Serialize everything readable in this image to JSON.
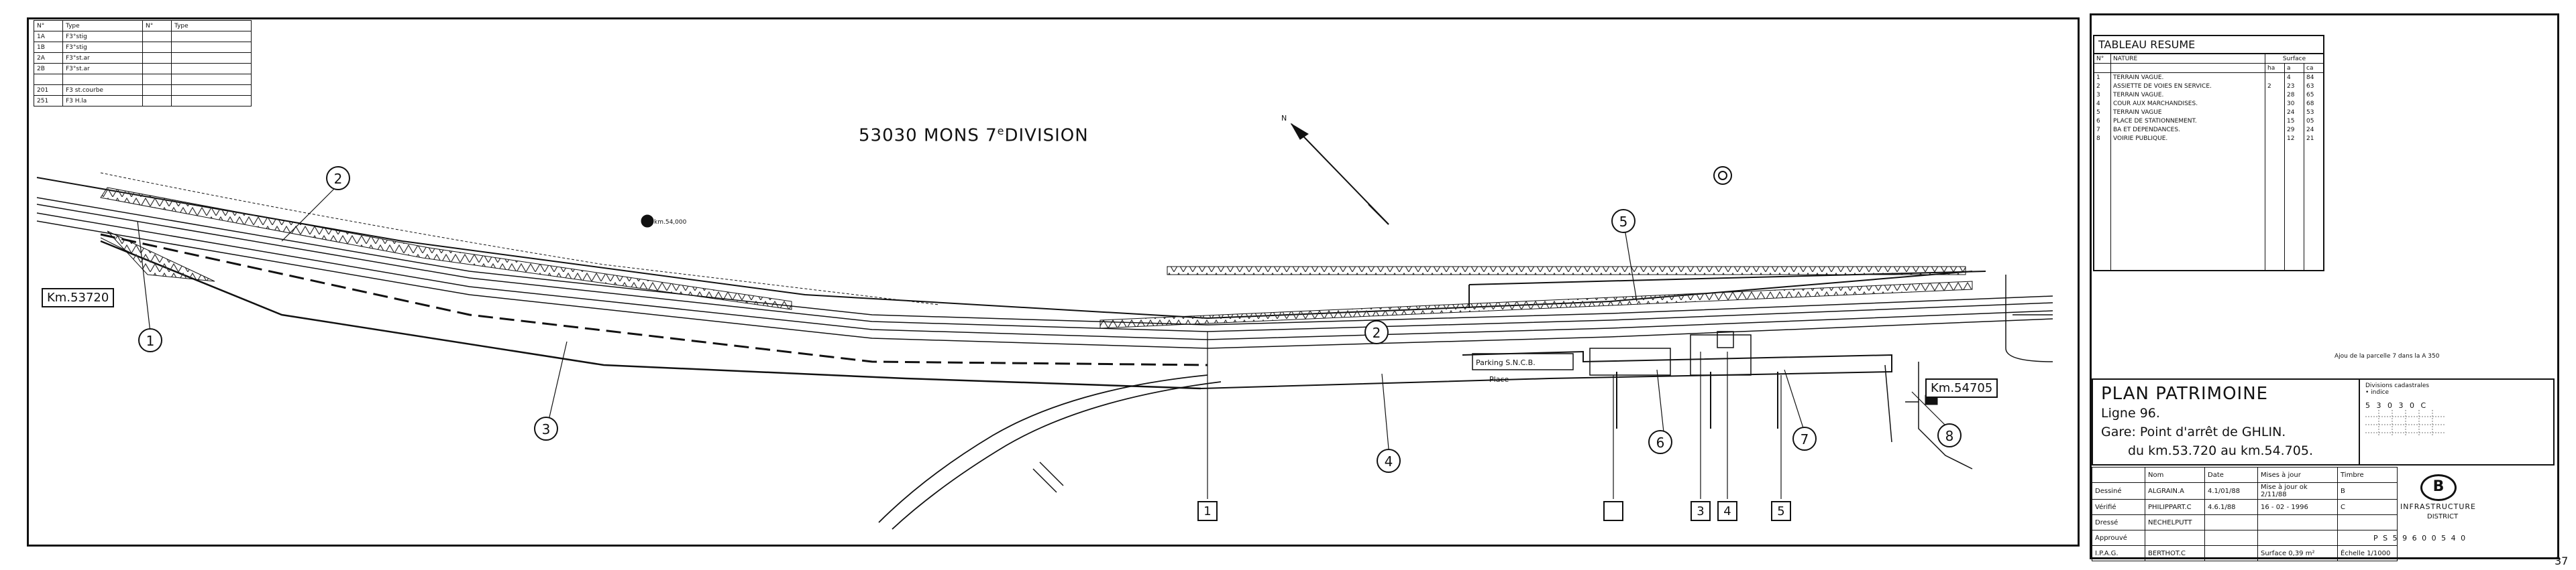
{
  "division_title": {
    "text": "53030 MONS 7",
    "sup": "e",
    "rest": "DIVISION"
  },
  "legend_table": {
    "headers": [
      "N°",
      "Type",
      "N°",
      "Type"
    ],
    "rows": [
      [
        "1A",
        "F3°stig",
        "",
        ""
      ],
      [
        "1B",
        "F3°stig",
        "",
        ""
      ],
      [
        "2A",
        "F3°st.ar",
        "",
        ""
      ],
      [
        "2B",
        "F3°st.ar",
        "",
        ""
      ],
      [
        "",
        "",
        "",
        ""
      ],
      [
        "201",
        "F3 st.courbe",
        "",
        ""
      ],
      [
        "251",
        "F3 H.la",
        "",
        ""
      ]
    ]
  },
  "km_labels": {
    "start": "Km.53720",
    "end": "Km.54705",
    "marker": "km.54,000"
  },
  "callouts": [
    "1",
    "2",
    "3",
    "4",
    "5",
    "6",
    "7",
    "8",
    "2"
  ],
  "boxes": [
    "1",
    "",
    "3",
    "4",
    "5"
  ],
  "plan_labels": [
    "Parking S.N.C.B.",
    "Place"
  ],
  "tableau_resume": {
    "title": "TABLEAU RESUME",
    "col_n": "N°",
    "col_nature": "NATURE",
    "col_surface": "Surface",
    "sub": [
      "ha",
      "a",
      "ca"
    ],
    "rows": [
      [
        "1",
        "TERRAIN VAGUE.",
        "",
        "4",
        "84"
      ],
      [
        "2",
        "ASSIETTE DE VOIES EN SERVICE.",
        "2",
        "23",
        "63"
      ],
      [
        "3",
        "TERRAIN VAGUE.",
        "",
        "28",
        "65"
      ],
      [
        "4",
        "COUR AUX MARCHANDISES.",
        "",
        "30",
        "68"
      ],
      [
        "5",
        "TERRAIN VAGUE",
        "",
        "24",
        "53"
      ],
      [
        "6",
        "PLACE DE STATIONNEMENT.",
        "",
        "15",
        "05"
      ],
      [
        "7",
        "BA ET DEPENDANCES.",
        "",
        "29",
        "24"
      ],
      [
        "8",
        "VOIRIE PUBLIQUE.",
        "",
        "12",
        "21"
      ]
    ],
    "note": "Ajou de la parcelle 7 dans la A 350"
  },
  "cartouche": {
    "title": "PLAN PATRIMOINE",
    "ligne": "Ligne 96.",
    "gare": "Gare: Point d'arrêt de GHLIN.",
    "km": "du km.53.720 au km.54.705.",
    "division_note": "Divisions cadastrales",
    "indice": "• indice",
    "grid_code": "5 3 0 3 0 C",
    "sig_headers": [
      "",
      "Nom",
      "Date",
      "Mises à jour",
      "Timbre"
    ],
    "sig_rows": [
      [
        "Dessiné",
        "ALGRAIN.A",
        "4.1/01/88",
        "Mise à jour ok 2/11/88",
        "B"
      ],
      [
        "Vérifié",
        "PHILIPPART.C",
        "4.6.1/88",
        "16 - 02 - 1996",
        "C"
      ],
      [
        "Dressé",
        "NECHELPUTT",
        "",
        "",
        ""
      ],
      [
        "Approuvé",
        "",
        "",
        "",
        ""
      ],
      [
        "I.P.A.G.",
        "BERTHOT.C",
        "",
        "Surface 0,39 m²",
        "Échelle 1/1000"
      ]
    ],
    "logo": "B",
    "dept": "INFRASTRUCTURE",
    "district": "DISTRICT",
    "ref_code": "P S 5 9 6 0 0 5 4 0",
    "page": "37"
  }
}
